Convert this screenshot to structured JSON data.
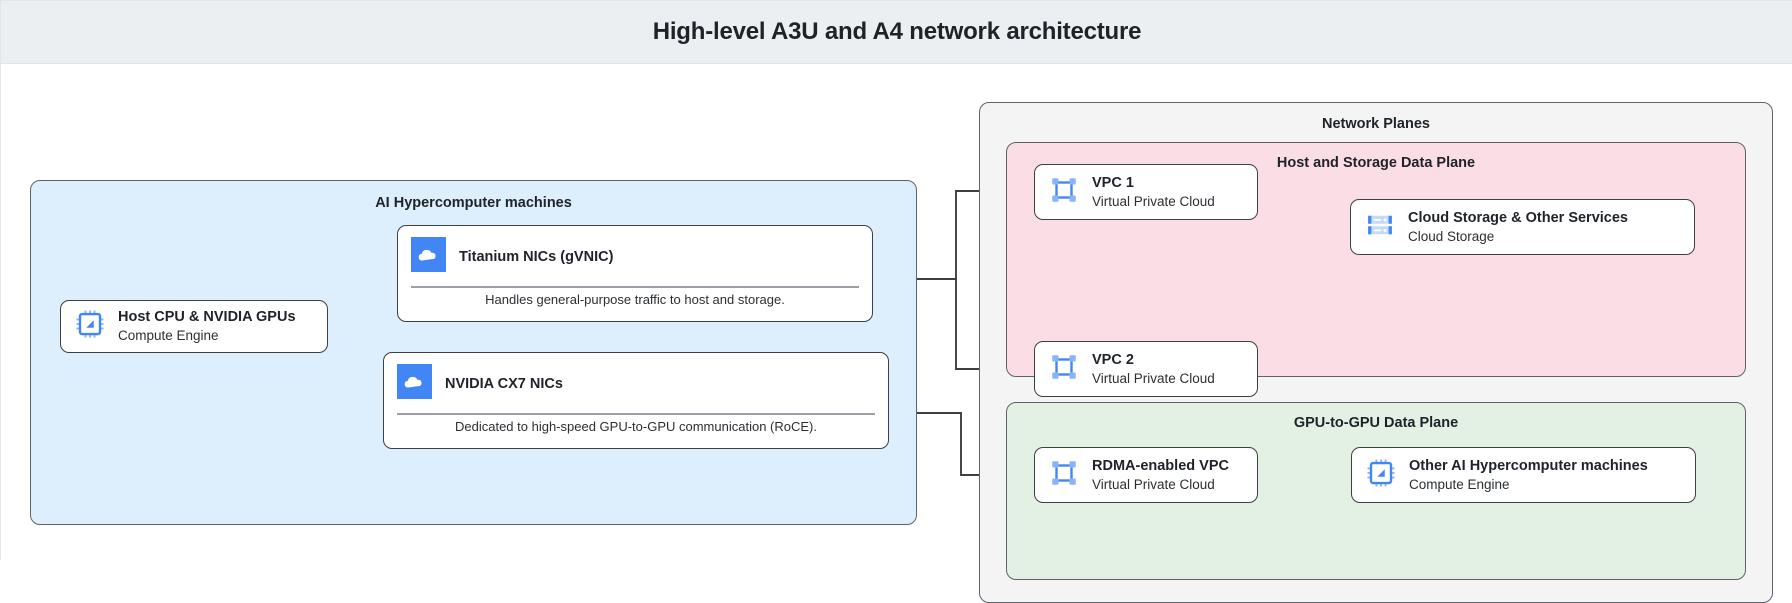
{
  "header": {
    "title": "High-level A3U and A4 network architecture"
  },
  "groups": {
    "machines": {
      "label": "AI Hypercomputer machines",
      "fill": "#ddeefc"
    },
    "network_planes": {
      "label": "Network Planes",
      "fill": "#f4f4f4"
    },
    "host_storage_plane": {
      "label": "Host and Storage Data Plane",
      "fill": "#fbdde6"
    },
    "gpu_plane": {
      "label": "GPU-to-GPU Data Plane",
      "fill": "#e2f1e3"
    }
  },
  "nodes": {
    "host_cpu": {
      "title": "Host CPU & NVIDIA GPUs",
      "subtitle": "Compute Engine",
      "icon": "compute-engine-cpu-icon"
    },
    "titanium_nics": {
      "title": "Titanium NICs (gVNIC)",
      "description": "Handles general-purpose traffic to host and storage.",
      "icon": "cloud-icon"
    },
    "cx7_nics": {
      "title": "NVIDIA CX7 NICs",
      "description": "Dedicated to high-speed GPU-to-GPU communication (RoCE).",
      "icon": "cloud-icon"
    },
    "vpc1": {
      "title": "VPC 1",
      "subtitle": "Virtual Private Cloud",
      "icon": "vpc-icon"
    },
    "vpc2": {
      "title": "VPC 2",
      "subtitle": "Virtual Private Cloud",
      "icon": "vpc-icon"
    },
    "cloud_storage": {
      "title": "Cloud Storage & Other Services",
      "subtitle": "Cloud Storage",
      "icon": "cloud-storage-icon"
    },
    "rdma_vpc": {
      "title": "RDMA-enabled VPC",
      "subtitle": "Virtual Private Cloud",
      "icon": "vpc-icon"
    },
    "other_machines": {
      "title": "Other AI Hypercomputer machines",
      "subtitle": "Compute Engine",
      "icon": "compute-engine-cpu-icon"
    }
  },
  "colors": {
    "icon_blue": "#4285f4",
    "icon_blue_light": "#8ab4f8",
    "stroke": "#3c4043",
    "title_bar": "#eceff1"
  }
}
